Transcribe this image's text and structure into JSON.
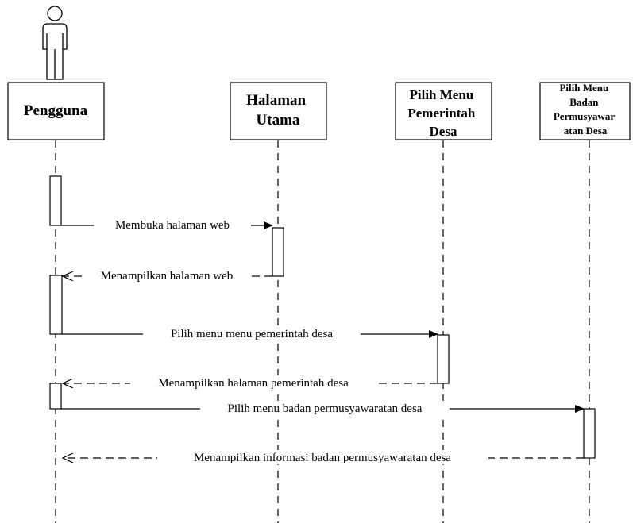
{
  "participants": [
    {
      "id": "pengguna",
      "lines": [
        "Pengguna"
      ]
    },
    {
      "id": "halaman-utama",
      "lines": [
        "Halaman",
        "Utama"
      ]
    },
    {
      "id": "menu-pemerintah-desa",
      "lines": [
        "Pilih Menu",
        "Pemerintah",
        "Desa"
      ]
    },
    {
      "id": "menu-badan-permusyawaratan",
      "lines": [
        "Pilih Menu",
        "Badan",
        "Permusyawar",
        "atan Desa"
      ]
    }
  ],
  "messages": [
    {
      "label": "Membuka halaman web",
      "kind": "call"
    },
    {
      "label": "Menampilkan halaman web",
      "kind": "return"
    },
    {
      "label": "Pilih menu menu pemerintah desa",
      "kind": "call"
    },
    {
      "label": "Menampilkan halaman pemerintah desa",
      "kind": "return"
    },
    {
      "label": "Pilih menu badan permusyawaratan desa",
      "kind": "call"
    },
    {
      "label": "Menampilkan informasi badan permusyawaratan desa",
      "kind": "return"
    }
  ]
}
